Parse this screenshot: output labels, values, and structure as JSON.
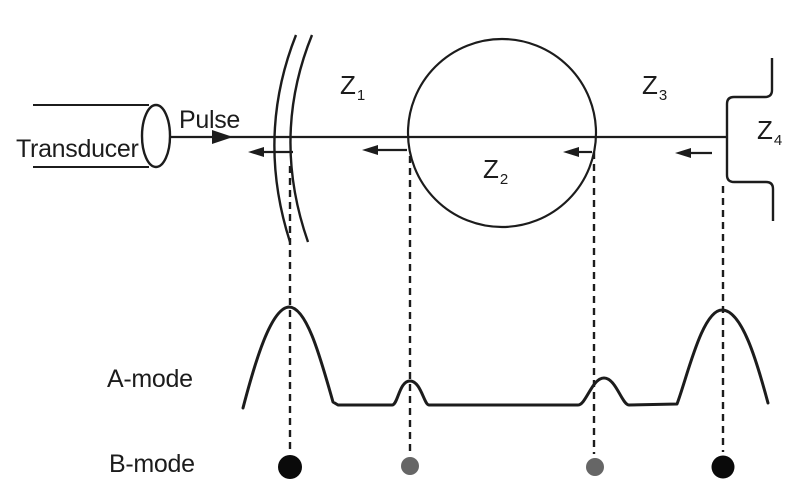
{
  "colors": {
    "ink": "#1c1c1c",
    "background": "#ffffff",
    "dot_large": "#0a0a0a",
    "dot_small": "#666666"
  },
  "labels": {
    "transducer": "Transducer",
    "pulse": "Pulse",
    "a_mode": "A-mode",
    "b_mode": "B-mode"
  },
  "zones": [
    {
      "symbol": "Z",
      "sub": "1"
    },
    {
      "symbol": "Z",
      "sub": "2"
    },
    {
      "symbol": "Z",
      "sub": "3"
    },
    {
      "symbol": "Z",
      "sub": "4"
    }
  ],
  "a_mode_trace": {
    "peaks": [
      {
        "at_interface": "arc-interface",
        "amplitude": "large"
      },
      {
        "at_interface": "circle-left-edge",
        "amplitude": "small"
      },
      {
        "at_interface": "circle-right-edge",
        "amplitude": "small"
      },
      {
        "at_interface": "step-reflector",
        "amplitude": "large"
      }
    ]
  },
  "b_mode_dots": [
    {
      "amplitude": "large",
      "color": "#0a0a0a"
    },
    {
      "amplitude": "small",
      "color": "#666666"
    },
    {
      "amplitude": "small",
      "color": "#666666"
    },
    {
      "amplitude": "large",
      "color": "#0a0a0a"
    }
  ]
}
